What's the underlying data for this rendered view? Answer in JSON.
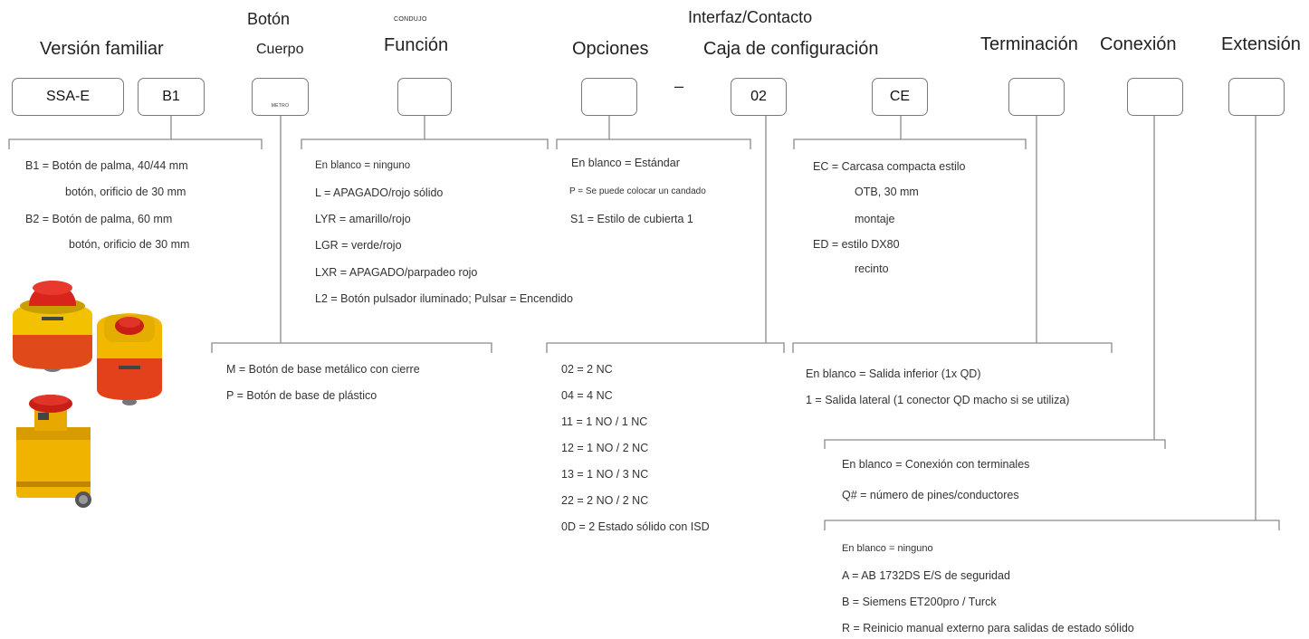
{
  "headers": {
    "familia": "Versión familiar",
    "boton": "Botón",
    "cuerpo": "Cuerpo",
    "conduio": "CONDUJO",
    "funcion": "Función",
    "opciones": "Opciones",
    "interfaz": "Interfaz/Contacto",
    "caja": "Caja de configuración",
    "terminacion": "Terminación",
    "conexion": "Conexión",
    "extension": "Extensión"
  },
  "boxes": {
    "familia": "SSA-E",
    "boton": "B1",
    "cuerpo": "METRO",
    "funcion": "",
    "opciones": "",
    "separator": "–",
    "interfaz": "02",
    "caja": "CE",
    "terminacion": "",
    "conexion": "",
    "extension": ""
  },
  "boton_options": [
    "B1 = Botón de palma, 40/44 mm",
    "botón, orificio de 30 mm",
    "B2 = Botón de palma, 60 mm",
    "botón, orificio de 30 mm"
  ],
  "funcion_options": [
    "En blanco = ninguno",
    "L = APAGADO/rojo sólido",
    "LYR = amarillo/rojo",
    "LGR = verde/rojo",
    "LXR = APAGADO/parpadeo rojo",
    "L2 = Botón pulsador iluminado; Pulsar = Encendido"
  ],
  "opciones_options": [
    "En blanco = Estándar",
    "P = Se puede colocar un candado",
    "S1 = Estilo de cubierta 1"
  ],
  "caja_options": [
    "EC = Carcasa compacta estilo",
    "OTB, 30 mm",
    "montaje",
    "ED = estilo DX80",
    "recinto"
  ],
  "cuerpo_options": [
    "M = Botón de base metálico con cierre",
    "P = Botón de base de plástico"
  ],
  "interfaz_options": [
    "02 = 2 NC",
    "04 = 4 NC",
    "11 = 1 NO / 1 NC",
    "12 = 1 NO / 2 NC",
    "13 = 1 NO / 3 NC",
    "22 = 2 NO / 2 NC",
    "0D = 2 Estado sólido con ISD"
  ],
  "terminacion_options": [
    "En blanco = Salida inferior (1x QD)",
    "1 = Salida lateral (1 conector QD macho si se utiliza)"
  ],
  "conexion_options": [
    "En blanco = Conexión con terminales",
    "Q# = número de pines/conductores"
  ],
  "extension_options": [
    "En blanco = ninguno",
    "A = AB 1732DS E/S de seguridad",
    "B = Siemens ET200pro / Turck",
    "R = Reinicio manual externo para salidas de estado sólido"
  ],
  "colors": {
    "line": "#8a8a8a",
    "box_border": "#7a7a7a",
    "yellow": "#f2c200",
    "red": "#d8241a",
    "orange": "#f39a1e"
  }
}
